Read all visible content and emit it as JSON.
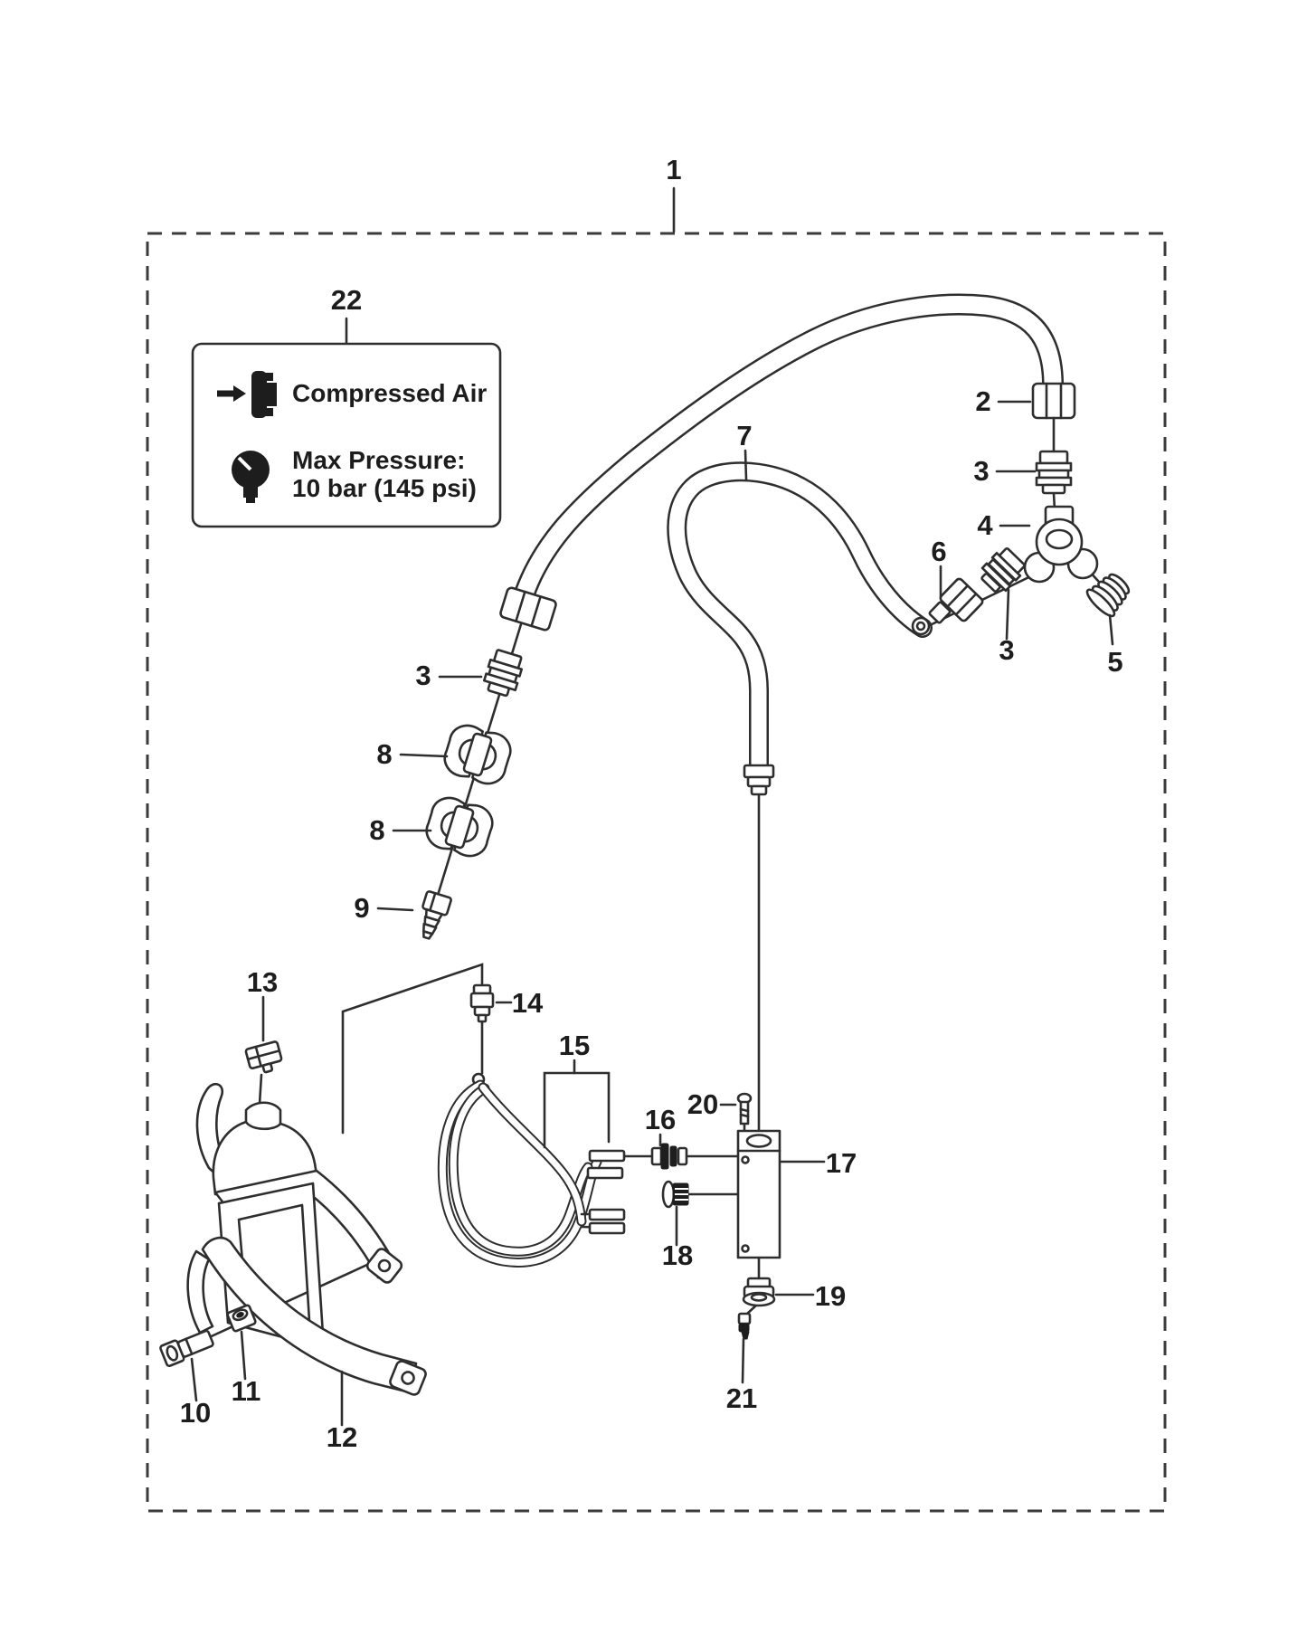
{
  "page": {
    "background": "#ffffff",
    "line_color": "#2e2e2e",
    "border_color": "#3b3b3b"
  },
  "callouts": {
    "c1": "1",
    "c2": "2",
    "c3_upper": "3",
    "c3_mid": "3",
    "c3_left": "3",
    "c4": "4",
    "c5": "5",
    "c6": "6",
    "c7": "7",
    "c8_upper": "8",
    "c8_lower": "8",
    "c9": "9",
    "c10": "10",
    "c11": "11",
    "c12": "12",
    "c13": "13",
    "c14": "14",
    "c15": "15",
    "c16": "16",
    "c17": "17",
    "c18": "18",
    "c19": "19",
    "c20": "20",
    "c21": "21",
    "c22": "22"
  },
  "info_box": {
    "row1": {
      "icon": "air-fitting-icon",
      "text": "Compressed Air"
    },
    "row2": {
      "icon": "pressure-gauge-icon",
      "line1": "Max Pressure:",
      "line2": "10 bar (145 psi)"
    }
  }
}
